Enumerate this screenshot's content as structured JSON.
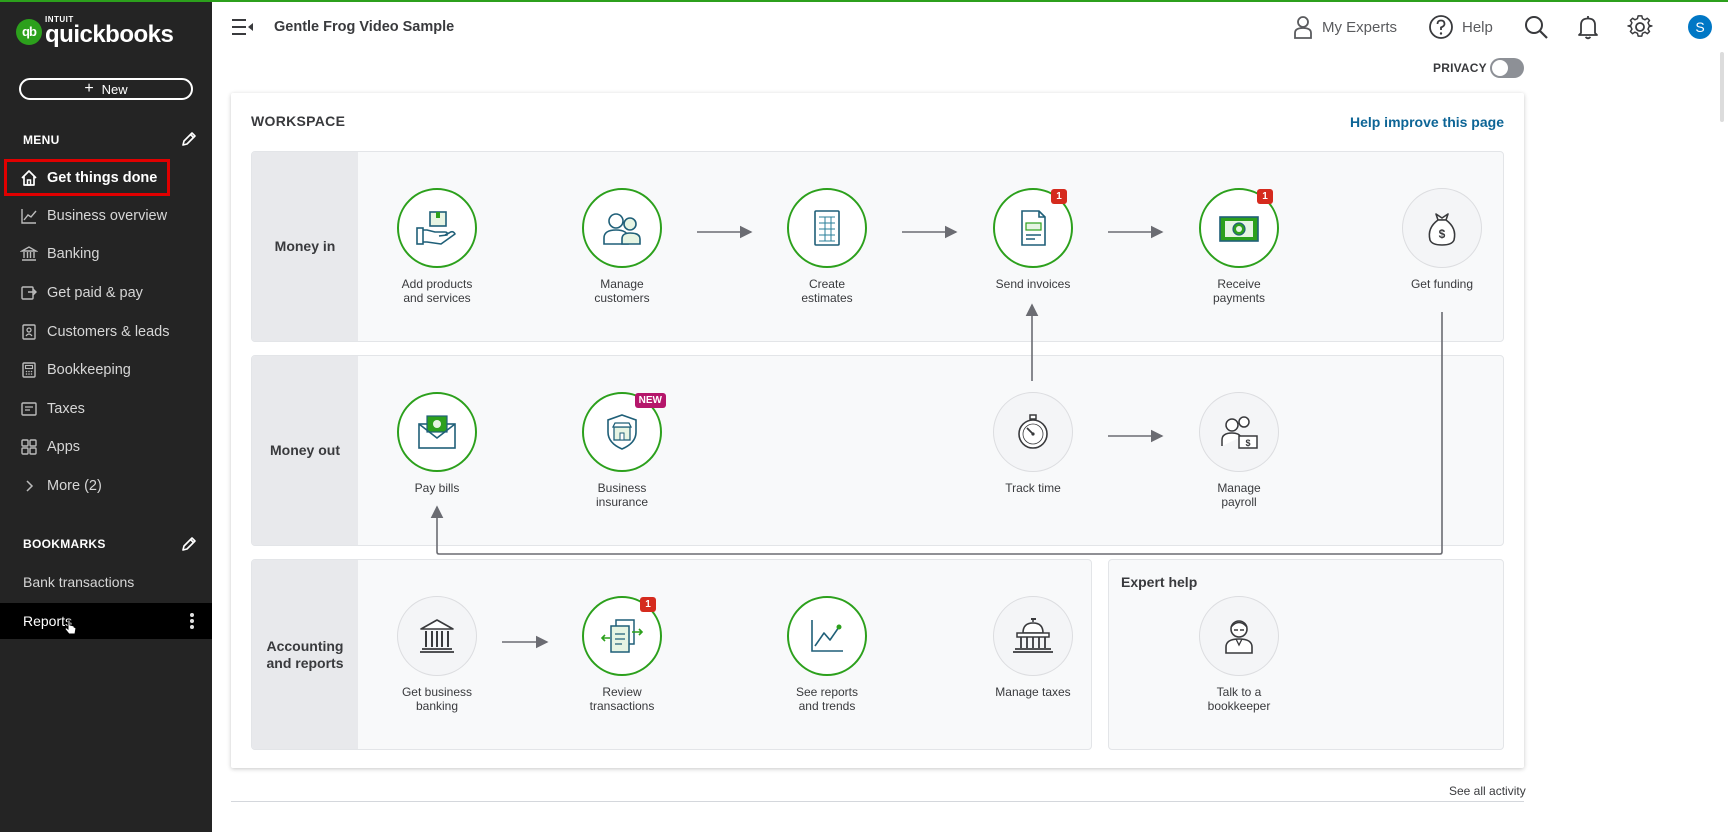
{
  "logo": {
    "mark": "qb",
    "brand_top": "INTUIT",
    "brand": "quickbooks"
  },
  "sidebar": {
    "new_label": "New",
    "menu_heading": "MENU",
    "items": [
      {
        "label": "Get things done",
        "icon": "home-icon",
        "active": true
      },
      {
        "label": "Business overview",
        "icon": "chart-line-icon"
      },
      {
        "label": "Banking",
        "icon": "bank-icon"
      },
      {
        "label": "Get paid & pay",
        "icon": "payment-icon"
      },
      {
        "label": "Customers & leads",
        "icon": "contacts-icon"
      },
      {
        "label": "Bookkeeping",
        "icon": "calculator-icon"
      },
      {
        "label": "Taxes",
        "icon": "tax-icon"
      },
      {
        "label": "Apps",
        "icon": "apps-grid-icon"
      },
      {
        "label": "More (2)",
        "icon": "chevron-right-icon"
      }
    ],
    "bookmarks_heading": "BOOKMARKS",
    "bookmarks": [
      {
        "label": "Bank transactions"
      },
      {
        "label": "Reports",
        "hovered": true
      }
    ]
  },
  "header": {
    "company_name": "Gentle Frog Video Sample",
    "my_experts_label": "My Experts",
    "help_label": "Help",
    "avatar_initial": "S"
  },
  "privacy": {
    "label": "PRIVACY",
    "enabled": false
  },
  "workspace": {
    "title": "WORKSPACE",
    "help_link": "Help improve this page",
    "rows": {
      "money_in": "Money in",
      "money_out": "Money out",
      "accounting": "Accounting\nand reports"
    },
    "expert_title": "Expert help",
    "nodes": {
      "add_products": {
        "label": "Add products\nand services",
        "icon": "box-hand-icon"
      },
      "manage_customers": {
        "label": "Manage\ncustomers",
        "icon": "people-icon"
      },
      "create_estimates": {
        "label": "Create\nestimates",
        "icon": "estimate-sheet-icon"
      },
      "send_invoices": {
        "label": "Send invoices",
        "icon": "invoice-icon",
        "badge": "1"
      },
      "receive_payments": {
        "label": "Receive\npayments",
        "icon": "cash-icon",
        "badge": "1"
      },
      "get_funding": {
        "label": "Get funding",
        "icon": "money-bag-icon"
      },
      "pay_bills": {
        "label": "Pay bills",
        "icon": "bill-envelope-icon"
      },
      "business_insurance": {
        "label": "Business\ninsurance",
        "icon": "shield-store-icon",
        "badge": "NEW"
      },
      "track_time": {
        "label": "Track time",
        "icon": "stopwatch-icon"
      },
      "manage_payroll": {
        "label": "Manage\npayroll",
        "icon": "payroll-people-icon"
      },
      "get_business_banking": {
        "label": "Get business\nbanking",
        "icon": "bank-building-icon"
      },
      "review_transactions": {
        "label": "Review\ntransactions",
        "icon": "transactions-icon",
        "badge": "1"
      },
      "see_reports": {
        "label": "See reports\nand trends",
        "icon": "trend-chart-icon"
      },
      "manage_taxes": {
        "label": "Manage taxes",
        "icon": "capitol-icon"
      },
      "talk_bookkeeper": {
        "label": "Talk to a\nbookkeeper",
        "icon": "bookkeeper-icon"
      }
    }
  },
  "footer": {
    "see_all_activity": "See all activity"
  },
  "colors": {
    "brand_green": "#2ca01c",
    "sidebar_bg": "#242424",
    "link_blue": "#0d6596",
    "badge_red": "#d52b1e",
    "badge_new": "#b5166b",
    "avatar_blue": "#0077c5",
    "active_outline": "#e00000"
  }
}
